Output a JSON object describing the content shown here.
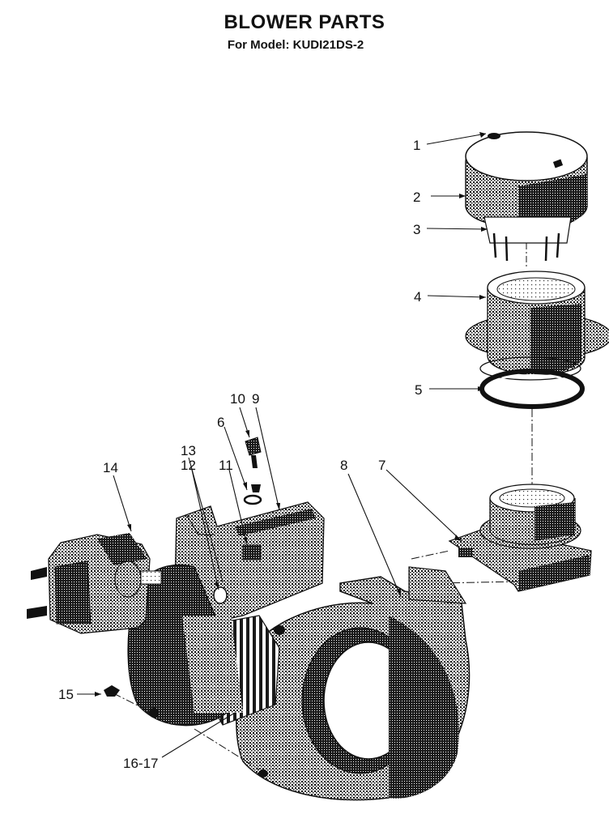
{
  "header": {
    "title": "BLOWER PARTS",
    "subtitle": "For Model: KUDI21DS-2"
  },
  "callouts": {
    "c1": "1",
    "c2": "2",
    "c3": "3",
    "c4": "4",
    "c5": "5",
    "c6": "6",
    "c7": "7",
    "c8": "8",
    "c9": "9",
    "c10": "10",
    "c11": "11",
    "c12": "12",
    "c13": "13",
    "c14": "14",
    "c15": "15",
    "c16_17": "16-17"
  },
  "colors": {
    "ink": "#111111",
    "paper": "#ffffff",
    "shade": "#2a2a2a"
  }
}
